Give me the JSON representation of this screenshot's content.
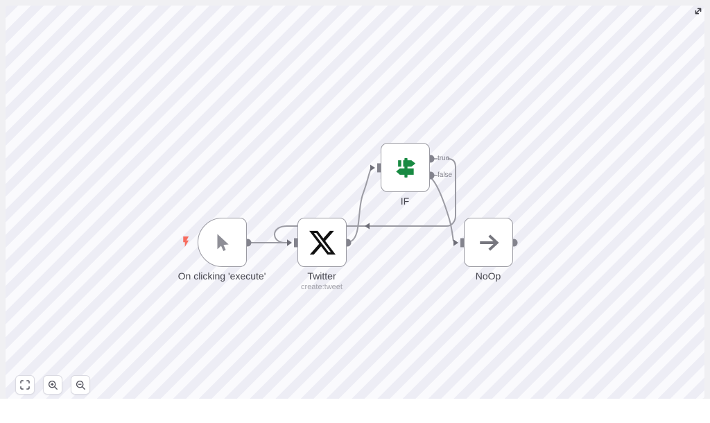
{
  "workflow": {
    "nodes": [
      {
        "name": "On clicking 'execute'",
        "type": "manual-trigger",
        "icon": "cursor-pointer-icon"
      },
      {
        "name": "Twitter",
        "subtitle": "create:tweet",
        "type": "twitter",
        "icon": "x-logo-icon"
      },
      {
        "name": "IF",
        "type": "if",
        "icon": "signpost-icon",
        "outputs": [
          {
            "label": "true"
          },
          {
            "label": "false"
          }
        ]
      },
      {
        "name": "NoOp",
        "type": "no-op",
        "icon": "arrow-right-icon"
      }
    ],
    "connections": [
      {
        "from": "On clicking 'execute'",
        "to": "Twitter"
      },
      {
        "from": "Twitter",
        "to": "IF"
      },
      {
        "from": "IF",
        "output": "true",
        "to": "Twitter"
      },
      {
        "from": "IF",
        "output": "false",
        "to": "NoOp"
      }
    ]
  },
  "controls": {
    "fit_view_icon": "fit-view",
    "zoom_in_icon": "magnifier-plus",
    "zoom_out_icon": "magnifier-minus",
    "expand_icon": "expand-diagonal"
  },
  "colors": {
    "if_icon_green": "#188a42",
    "trigger_bolt": "#f76c5e",
    "connector_gray": "#9b9ba3",
    "canvas_stripe": "#ededf5",
    "node_border": "#9a9aa2"
  }
}
